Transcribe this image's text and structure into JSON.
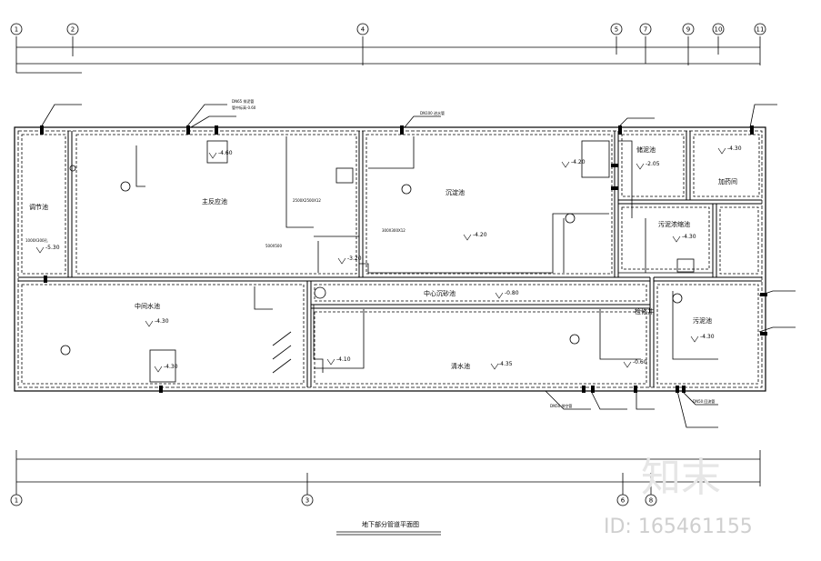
{
  "drawing": {
    "title": "地下部分管道平面图",
    "axes_top": [
      "1",
      "2",
      "4",
      "5",
      "7",
      "9",
      "10",
      "11"
    ],
    "axes_bottom": [
      "1",
      "3",
      "6",
      "8"
    ],
    "rooms": [
      {
        "name": "调节池"
      },
      {
        "name": "主反应池"
      },
      {
        "name": "沉淀池"
      },
      {
        "name": "储泥池"
      },
      {
        "name": "加药间"
      },
      {
        "name": "污泥浓缩池"
      },
      {
        "name": "中间水池"
      },
      {
        "name": "中心沉砂池"
      },
      {
        "name": "清水池"
      },
      {
        "name": "污泥池"
      },
      {
        "name": "检修井"
      }
    ],
    "elevations": [
      "-5.30",
      "-4.60",
      "-4.20",
      "-2.05",
      "-4.30",
      "-4.30",
      "-0.80",
      "-4.30",
      "-4.30",
      "-4.35",
      "-0.60",
      "-4.30",
      "-3.20",
      "-4.20",
      "-4.10"
    ],
    "pipe_notes": [
      "DN65 排泥管",
      "管中标高-0.60",
      "DN100 进水管",
      "2500X2500X12",
      "500X500",
      "300X300X12",
      "1000X300孔",
      "DN50 排空管",
      "DN50 回流管"
    ]
  },
  "watermark": {
    "brand": "知末",
    "id": "ID: 165461155"
  }
}
